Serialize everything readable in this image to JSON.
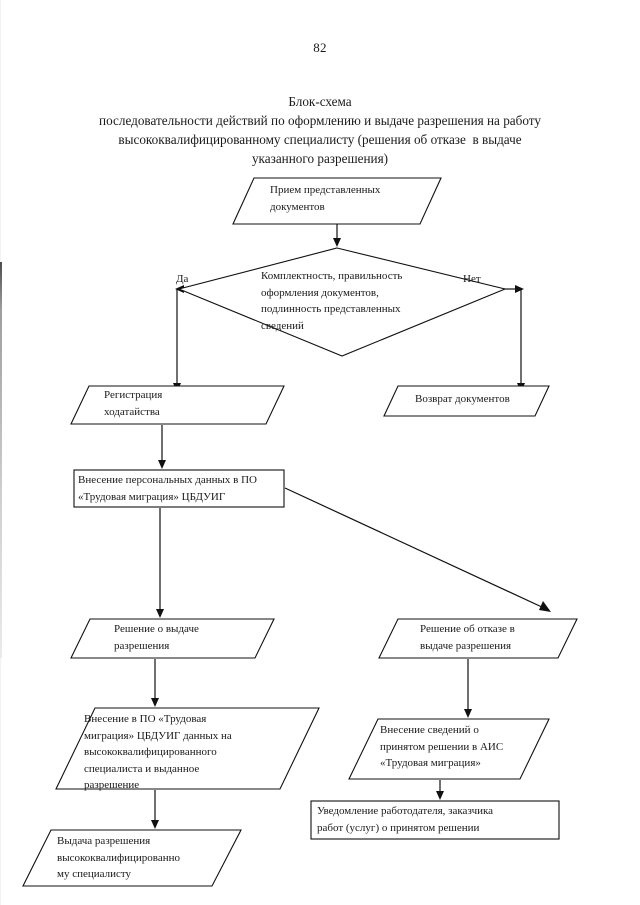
{
  "document": {
    "page_number": "82",
    "title_lines": [
      "Блок-схема",
      "последовательности действий по оформлению и выдаче разрешения на работу",
      "высококвалифицированному специалисту (решения об отказе  в выдаче",
      "указанного разрешения)"
    ]
  },
  "chart_data": {
    "type": "diagram",
    "diagram_kind": "flowchart",
    "title": "Блок-схема последовательности действий по оформлению и выдаче разрешения на работу высококвалифицированному специалисту (решения об отказе  в выдаче указанного разрешения)",
    "nodes": [
      {
        "id": "n1",
        "shape": "parallelogram",
        "text": "Прием представленных\nдокументов"
      },
      {
        "id": "n2",
        "shape": "diamond",
        "text": "Комплектность, правильность\nоформления документов,\nподлинность представленных\nсведений"
      },
      {
        "id": "n3",
        "shape": "parallelogram",
        "text": "Регистрация\nходатайства"
      },
      {
        "id": "n4",
        "shape": "parallelogram",
        "text": "Возврат документов"
      },
      {
        "id": "n5",
        "shape": "rectangle",
        "text": "Внесение персональных данных  в ПО\n«Трудовая миграция» ЦБДУИГ"
      },
      {
        "id": "n6",
        "shape": "parallelogram",
        "text": "Решение о выдаче\nразрешения"
      },
      {
        "id": "n7",
        "shape": "parallelogram",
        "text": "Решение об отказе в\nвыдаче разрешения"
      },
      {
        "id": "n8",
        "shape": "parallelogram",
        "text": "Внесение в ПО «Трудовая\nмиграция»  ЦБДУИГ данных на\nвысококвалифицированного\nспециалиста и выданное\nразрешение"
      },
      {
        "id": "n9",
        "shape": "parallelogram",
        "text": "Внесение сведений о\nпринятом решении в АИС\n«Трудовая миграция»"
      },
      {
        "id": "n10",
        "shape": "rectangle",
        "text": "Уведомление  работодателя, заказчика\nработ (услуг)  о принятом решении"
      },
      {
        "id": "n11",
        "shape": "parallelogram",
        "text": "Выдача разрешения\nвысококвалифицированно\nму специалисту"
      }
    ],
    "edges": [
      {
        "from": "n1",
        "to": "n2",
        "label": ""
      },
      {
        "from": "n2",
        "to": "n3",
        "label": "Да"
      },
      {
        "from": "n2",
        "to": "n4",
        "label": "Нет"
      },
      {
        "from": "n3",
        "to": "n5",
        "label": ""
      },
      {
        "from": "n5",
        "to": "n6",
        "label": ""
      },
      {
        "from": "n5",
        "to": "n7",
        "label": ""
      },
      {
        "from": "n6",
        "to": "n8",
        "label": ""
      },
      {
        "from": "n7",
        "to": "n9",
        "label": ""
      },
      {
        "from": "n8",
        "to": "n11",
        "label": ""
      },
      {
        "from": "n9",
        "to": "n10",
        "label": ""
      }
    ],
    "branch_labels": {
      "yes": "Да",
      "no": "Нет"
    },
    "colors": {
      "stroke": "#111111",
      "fill": "#ffffff",
      "text": "#1a1a1a"
    }
  }
}
